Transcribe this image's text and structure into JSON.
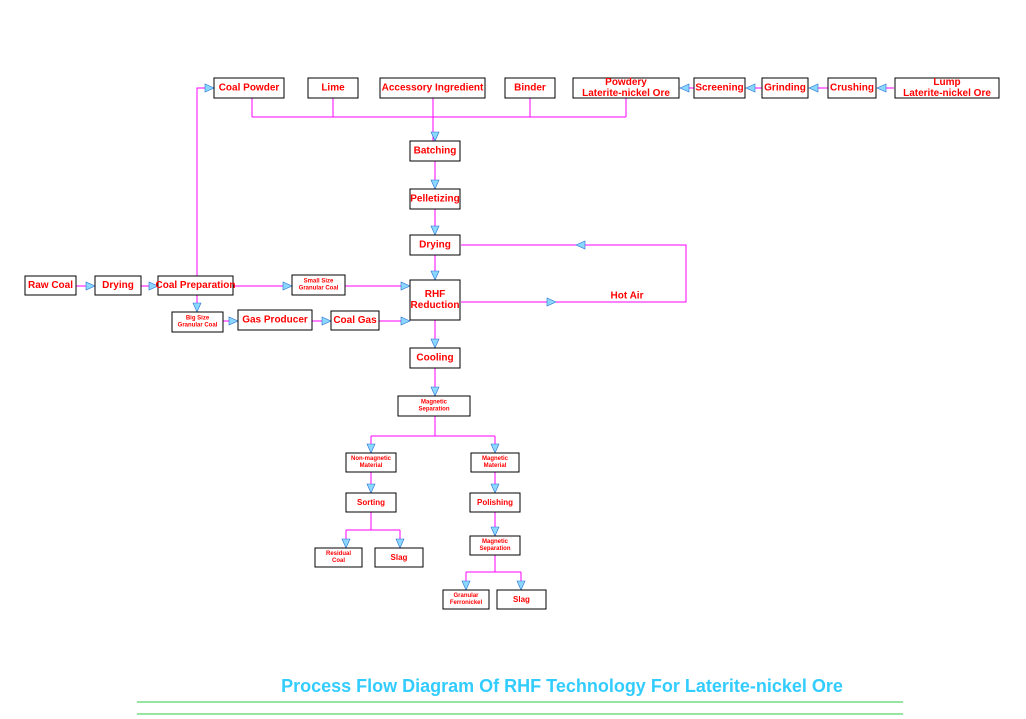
{
  "nodes": {
    "coal_powder": [
      "Coal Powder"
    ],
    "lime": [
      "Lime"
    ],
    "accessory": [
      "Accessory Ingredient"
    ],
    "binder": [
      "Binder"
    ],
    "powdery": [
      "Powdery",
      "Laterite-nickel Ore"
    ],
    "screening": [
      "Screening"
    ],
    "grinding": [
      "Grinding"
    ],
    "crushing": [
      "Crushing"
    ],
    "lump": [
      "Lump",
      "Laterite-nickel Ore"
    ],
    "batching": [
      "Batching"
    ],
    "pelletizing": [
      "Pelletizing"
    ],
    "drying_main": [
      "Drying"
    ],
    "raw_coal": [
      "Raw Coal"
    ],
    "drying_coal": [
      "Drying"
    ],
    "coal_prep": [
      "Coal Preparation"
    ],
    "small_size": [
      "Small Size",
      "Granular Coal"
    ],
    "rhf": [
      "RHF",
      "Reduction"
    ],
    "big_size": [
      "Big Size",
      "Granular Coal"
    ],
    "gas_producer": [
      "Gas Producer"
    ],
    "coal_gas": [
      "Coal Gas"
    ],
    "cooling": [
      "Cooling"
    ],
    "mag_sep": [
      "Magnetic",
      "Separation"
    ],
    "non_mag": [
      "Non-magnetic",
      "Material"
    ],
    "mag_mat": [
      "Magnetic",
      "Material"
    ],
    "sorting": [
      "Sorting"
    ],
    "polishing": [
      "Polishing"
    ],
    "residual": [
      "Residual",
      "Coal"
    ],
    "slag1": [
      "Slag"
    ],
    "mag_sep2": [
      "Magnetic",
      "Separation"
    ],
    "ferronickel": [
      "Granular",
      "Ferronickel"
    ],
    "slag2": [
      "Slag"
    ]
  },
  "hot_air_label": "Hot Air",
  "title": "Process Flow Diagram Of RHF Technology For Laterite-nickel Ore"
}
